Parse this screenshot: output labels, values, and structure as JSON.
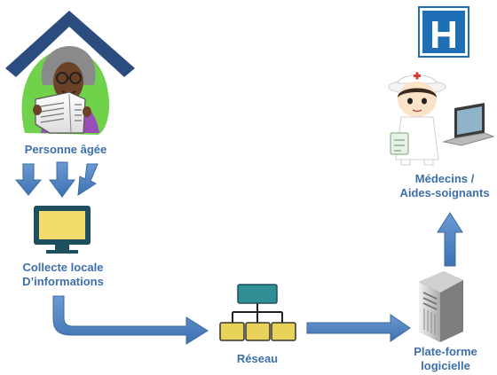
{
  "nodes": {
    "elderly": {
      "label": "Personne âgée"
    },
    "collector": {
      "line1": "Collecte locale",
      "line2": "D’informations"
    },
    "network": {
      "label": "Réseau"
    },
    "platform": {
      "line1": "Plate-forme",
      "line2": "logicielle"
    },
    "doctors": {
      "line1": "Médecins /",
      "line2": "Aides-soignants"
    }
  },
  "hospital_sign": {
    "letter": "H"
  },
  "colors": {
    "label_text": "#3d6fa8",
    "arrow_fill": "#4f81bd",
    "arrow_stroke": "#3a6aa2",
    "house_roof": "#2b4c7e",
    "monitor_screen": "#f3dc6b",
    "monitor_frame": "#1e4f5f",
    "network_top": "#2f8f95",
    "network_leaf": "#e8d25a",
    "hospital_blue": "#1f6fb7"
  }
}
